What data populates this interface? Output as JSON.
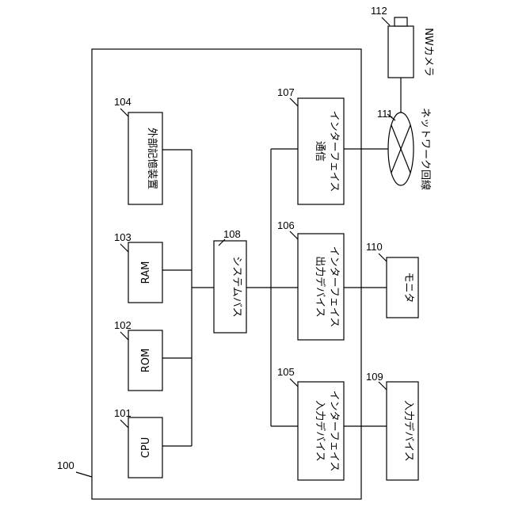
{
  "system": {
    "ref": "100"
  },
  "cpu": {
    "ref": "101",
    "label": "CPU"
  },
  "rom": {
    "ref": "102",
    "label": "ROM"
  },
  "ram": {
    "ref": "103",
    "label": "RAM"
  },
  "storage": {
    "ref": "104",
    "label": "外部記憶装置"
  },
  "input_if": {
    "ref": "105",
    "line1": "入力デバイス",
    "line2": "インターフェイス"
  },
  "output_if": {
    "ref": "106",
    "line1": "出力デバイス",
    "line2": "インターフェイス"
  },
  "comm_if": {
    "ref": "107",
    "line1": "通信",
    "line2": "インターフェイス"
  },
  "bus": {
    "ref": "108",
    "label": "システムバス"
  },
  "input_device": {
    "ref": "109",
    "label": "入力デバイス"
  },
  "monitor": {
    "ref": "110",
    "label": "モニタ"
  },
  "network": {
    "ref": "111",
    "label": "ネットワーク回線"
  },
  "camera": {
    "ref": "112",
    "label": "NWカメラ"
  }
}
